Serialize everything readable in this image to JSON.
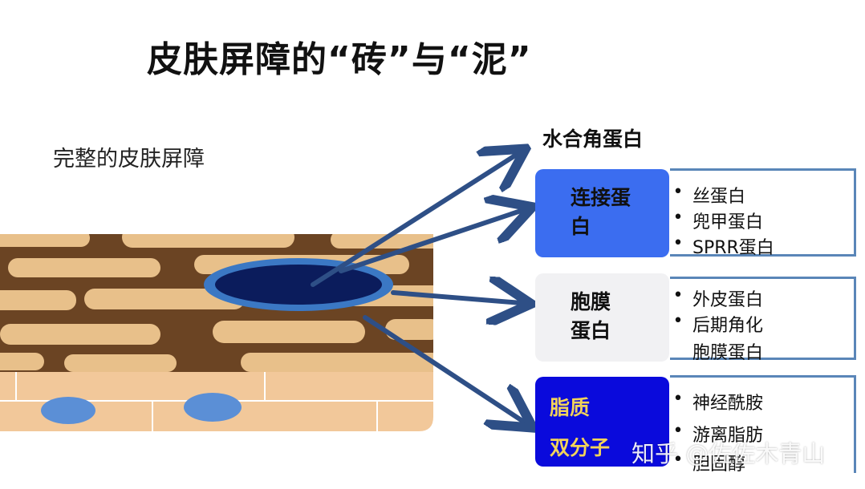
{
  "title": "皮肤屏障的“砖”与“泥”",
  "subtitle": "完整的皮肤屏障",
  "section_label": "水合角蛋白",
  "groups": [
    {
      "label_lines": [
        "连接蛋",
        "白"
      ],
      "items": [
        "丝蛋白",
        "兜甲蛋白",
        "SPRR蛋白"
      ]
    },
    {
      "label_lines": [
        "胞膜",
        "蛋白"
      ],
      "items": [
        "外皮蛋白",
        "后期角化",
        "胞膜蛋白"
      ]
    },
    {
      "label_lines": [
        "脂质",
        "双分子"
      ],
      "items": [
        "神经酰胺",
        "游离脂肪",
        "胆固醇"
      ]
    }
  ],
  "bullet": "•",
  "watermark": "知乎 @佐佐木青山",
  "colors": {
    "box_connect": "#3b6df0",
    "box_membrane": "#f1f1f3",
    "box_lipid": "#0a0adc",
    "lipid_text": "#f2d35a",
    "arrow": "#2e4f86",
    "list_border": "#5a86b8",
    "mortar": "#6b4423",
    "brick": "#e8c08a",
    "lower_layer": "#f2c89a",
    "highlight_fill": "#0b1c5c",
    "highlight_ring": "#3b78c4"
  }
}
